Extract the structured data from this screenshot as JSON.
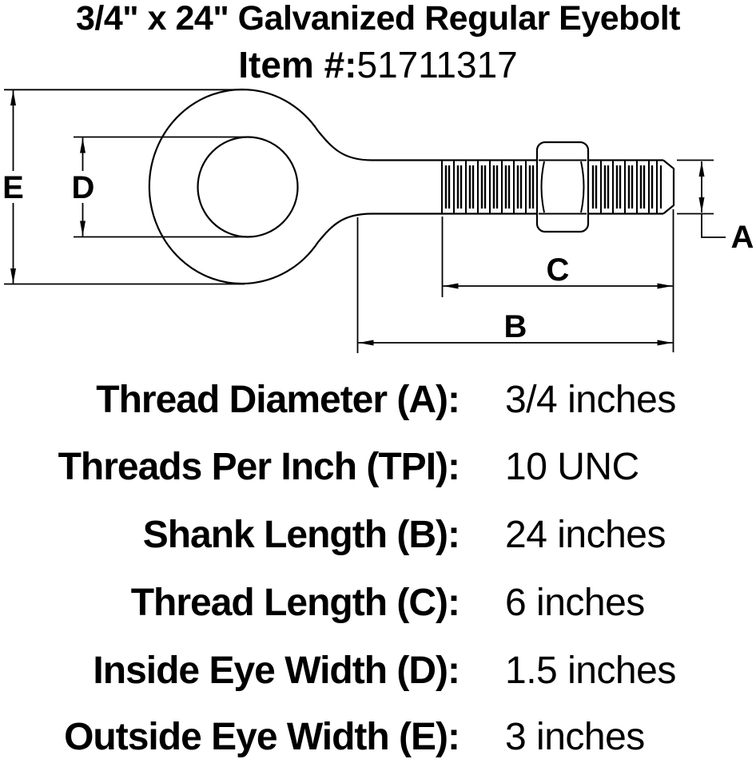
{
  "title": "3/4\" x 24\" Galvanized Regular Eyebolt",
  "item": {
    "label": "Item #:",
    "number": "51711317"
  },
  "diagram": {
    "description": "Side-view line drawing of a regular eyebolt with nut and dimension callouts",
    "labels": {
      "thread_diameter": "A",
      "shank_length": "B",
      "thread_length": "C",
      "inside_eye_width": "D",
      "outside_eye_width": "E"
    }
  },
  "specs": {
    "rows": [
      {
        "label": "Thread Diameter (A):",
        "value": "3/4 inches"
      },
      {
        "label": "Threads Per Inch (TPI):",
        "value": "10 UNC"
      },
      {
        "label": "Shank Length (B):",
        "value": "24 inches"
      },
      {
        "label": "Thread Length (C):",
        "value": "6 inches"
      },
      {
        "label": "Inside Eye Width (D):",
        "value": "1.5 inches"
      },
      {
        "label": "Outside Eye Width (E):",
        "value": "3 inches"
      }
    ]
  },
  "colors": {
    "ink": "#000000",
    "background": "#ffffff"
  }
}
